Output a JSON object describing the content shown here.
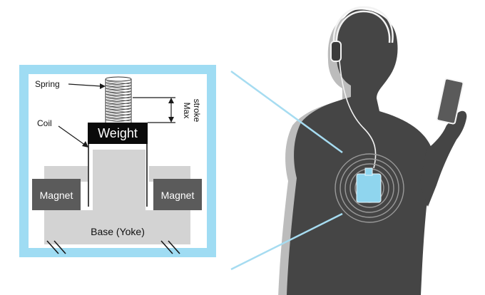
{
  "diagram": {
    "labels": {
      "spring": "Spring",
      "coil": "Coil",
      "weight": "Weight",
      "max_stroke_line1": "Max",
      "max_stroke_line2": "stroke",
      "magnet_left": "Magnet",
      "magnet_right": "Magnet",
      "base": "Base (Yoke)"
    },
    "colors": {
      "frame": "#9fdcf3",
      "silhouette": "#454545",
      "shadow": "#bdbdbd",
      "magnet": "#5b5b5b",
      "yoke": "#d3d3d3",
      "weight": "#0a0a0a",
      "device": "#8fd5ee",
      "connector": "#a6dcf1"
    },
    "icons": {
      "person": "person-with-headphones-silhouette",
      "device": "vibration-device",
      "phone": "smartphone"
    }
  }
}
